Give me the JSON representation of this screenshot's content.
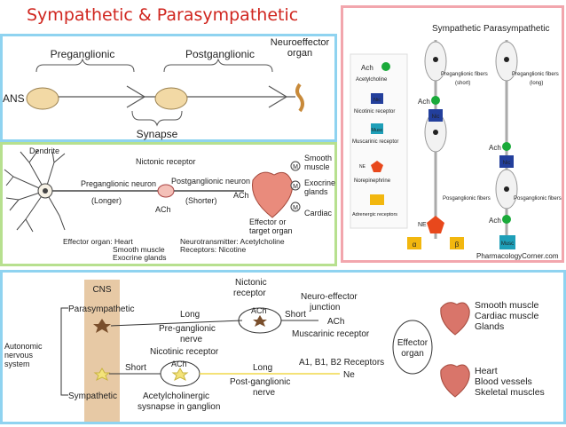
{
  "title": "Sympathetic & Parasympathetic",
  "panel1": {
    "ans": "ANS",
    "preganglionic": "Preganglionic",
    "postganglionic": "Postganglionic",
    "neuroeffector": "Neuroeffector",
    "organ": "organ",
    "synapse": "Synapse"
  },
  "panel2": {
    "dendrite": "Dendrite",
    "nicotinic_receptor": "Nictonic receptor",
    "preganglionic_neuron": "Preganglionic neuron",
    "postganglionic_neuron": "Postganglionic neuron",
    "longer": "(Longer)",
    "shorter": "(Shorter)",
    "ach1": "ACh",
    "ach2": "ACh",
    "smooth": "Smooth",
    "muscle": "muscle",
    "exocrine": "Exocrine",
    "glands": "glands",
    "cardiac": "Cardiac",
    "effector_or": "Effector or",
    "target_organ": "target organ",
    "m": "M",
    "effector_organ_label": "Effector organ: Heart",
    "smooth_muscle": "Smooth muscle",
    "exocrine_glands": "Exocrine glands",
    "neurotransmitter": "Neurotransmitter: Acetylcholine",
    "receptors": "Receptors: Nicotine"
  },
  "panel3": {
    "sympathetic": "Sympathetic",
    "parasympathetic": "Parasympathetic",
    "legend_ach": "Ach",
    "legend_acetylcholine": "Acetylcholine",
    "legend_nic": "Nic",
    "legend_nicotinic": "Nicotinic receptor",
    "legend_musc": "Musc",
    "legend_muscarinic": "Muscarinic receptor",
    "legend_ne": "NE",
    "legend_norepinephrine": "Norepinephrine",
    "legend_adrenergic": "Adrenergic receptors",
    "pre_fibers_1": "Preganglionic fibers",
    "short": "(short)",
    "pre_fibers_2": "Preganglionic fibers",
    "long": "(long)",
    "ach_a": "Ach",
    "nic_a": "Nic",
    "ach_b": "Ach",
    "nic_b": "Nic",
    "post_fibers_1": "Posganglionic fibers",
    "post_fibers_2": "Posganglionic fibers",
    "ne": "NE",
    "ach_c": "Ach",
    "alpha": "α",
    "beta": "β",
    "musc": "Musc",
    "site": "PharmacologyCorner.com",
    "colors": {
      "sympathetic": "#c0392b",
      "parasympathetic": "#4caf50",
      "ach": "#1aaa3a",
      "nic": "#233f9c",
      "musc": "#1e9fb8",
      "ne": "#e8481c",
      "adrenergic": "#f2b70f"
    }
  },
  "panel4": {
    "cns": "CNS",
    "parasympathetic": "Parasympathetic",
    "sympathetic": "Sympathetic",
    "autonomic": "Autonomic",
    "nervous": "nervous",
    "system": "system",
    "long1": "Long",
    "pre_ganglionic": "Pre-ganglionic",
    "nerve1": "nerve",
    "nictonic_receptor": "Nictonic",
    "receptor": "receptor",
    "ach1": "ACh",
    "short1": "Short",
    "neuro_effector": "Neuro-effector",
    "junction": "junction",
    "ach_arrow": "ACh",
    "muscarinic_receptor": "Muscarinic receptor",
    "effector": "Effector",
    "organ": "organ",
    "nicotinic_receptor2": "Nicotinic receptor",
    "short2": "Short",
    "ach2": "ACh",
    "long2": "Long",
    "post_ganglionic": "Post-ganglionic",
    "nerve2": "nerve",
    "acetylcholinergic": "Acetylcholinergic",
    "synapse_in_ganglion": "sysnapse in ganglion",
    "receptors": "A1, B1, B2 Receptors",
    "ne": "Ne",
    "smooth_muscle": "Smooth muscle",
    "cardiac_muscle": "Cardiac muscle",
    "glands": "Glands",
    "heart": "Heart",
    "blood_vessels": "Blood vessels",
    "skeletal_muscles": "Skeletal muscles"
  }
}
